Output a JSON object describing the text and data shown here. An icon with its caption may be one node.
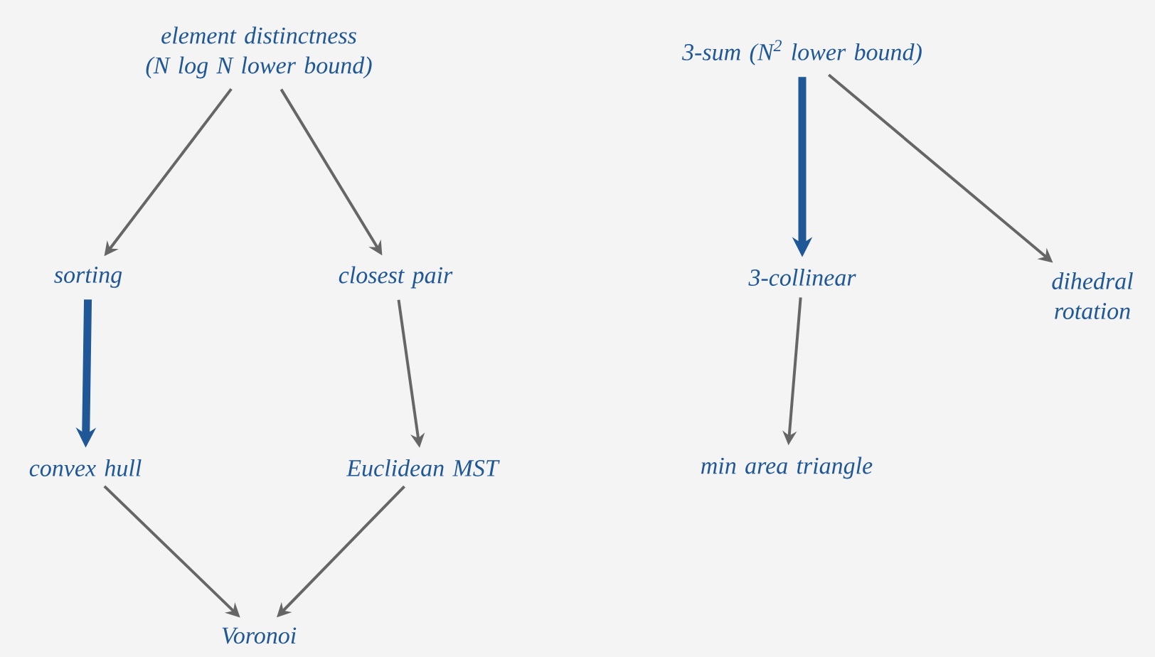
{
  "diagram": {
    "nodes": [
      {
        "text": [
          "element distinctness (N log N lower bound)"
        ]
      },
      {
        "text": [
          "sorting"
        ]
      },
      {
        "text": [
          "closest pair"
        ]
      },
      {
        "text": [
          "convex hull"
        ]
      },
      {
        "text": [
          "Euclidean MST"
        ]
      },
      {
        "text": [
          "Voronoi"
        ]
      },
      {
        "text": [
          "3-sum (N$^{2}$ lower bound)"
        ]
      },
      {
        "text": [
          "3-collinear"
        ]
      },
      {
        "text": [
          "dihedral rotation"
        ]
      },
      {
        "text": [
          "min area triangle"
        ]
      }
    ],
    "edges": [
      {
        "from": 0,
        "to": 1,
        "arrow": "to"
      },
      {
        "from": 0,
        "to": 2,
        "arrow": "to"
      },
      {
        "from": 1,
        "to": 3,
        "arrow": "to",
        "style": "thick",
        "color": "#1f5797"
      },
      {
        "from": 2,
        "to": 4,
        "arrow": "to"
      },
      {
        "from": 3,
        "to": 5,
        "arrow": "to"
      },
      {
        "from": 4,
        "to": 5,
        "arrow": "to"
      },
      {
        "from": 6,
        "to": 7,
        "arrow": "to",
        "style": "thick",
        "color": "#1f5797"
      },
      {
        "from": 6,
        "to": 8,
        "arrow": "to"
      },
      {
        "from": 7,
        "to": 9,
        "arrow": "to"
      }
    ]
  }
}
